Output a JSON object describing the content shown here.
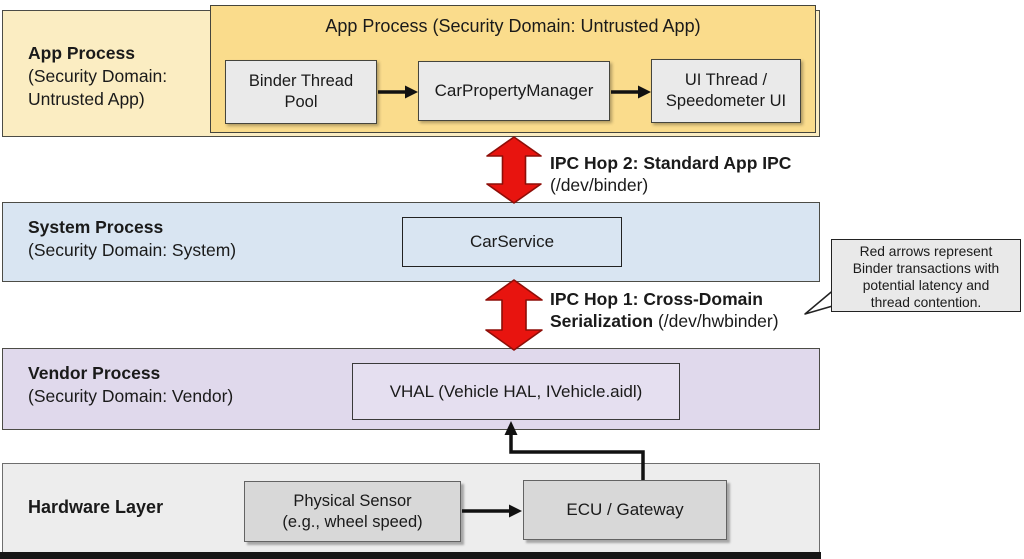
{
  "colors": {
    "app_band_bg": "#FBEDC2",
    "app_inner_bg": "#FADC8C",
    "system_band_bg": "#D9E5F2",
    "vendor_band_bg": "#E0D9EC",
    "vendor_box_bg": "#E5DFF0",
    "hardware_band_bg": "#EDEDED",
    "hardware_box_bg": "#D8D8D8",
    "app_box_bg": "#EAEAEA",
    "callout_bg": "#E9E9E9",
    "red_arrow_fill": "#E8140F",
    "red_arrow_stroke": "#8E0E08",
    "text_color": "#1A1A1A"
  },
  "app_layer": {
    "side_label_line1": "App Process",
    "side_label_line2": "(Security Domain:",
    "side_label_line3": "Untrusted App)",
    "container_title": "App Process (Security Domain: Untrusted App)",
    "binder_box_line1": "Binder Thread",
    "binder_box_line2": "Pool",
    "cpm_box": "CarPropertyManager",
    "ui_box_line1": "UI Thread /",
    "ui_box_line2": "Speedometer UI"
  },
  "ipc_hop2": {
    "title": "IPC Hop 2: Standard App IPC",
    "subtitle": "(/dev/binder)"
  },
  "system_layer": {
    "side_label_line1": "System Process",
    "side_label_line2": "(Security Domain: System)",
    "box": "CarService"
  },
  "ipc_hop1": {
    "title_line1": "IPC Hop 1: Cross-Domain",
    "title_line2_bold": "Serialization",
    "title_line2_rest": " (/dev/hwbinder)"
  },
  "vendor_layer": {
    "side_label_line1": "Vendor Process",
    "side_label_line2": "(Security Domain: Vendor)",
    "box": "VHAL (Vehicle HAL, IVehicle.aidl)"
  },
  "hardware_layer": {
    "side_label": "Hardware Layer",
    "sensor_box_line1": "Physical Sensor",
    "sensor_box_line2": "(e.g., wheel speed)",
    "ecu_box": "ECU / Gateway"
  },
  "callout": {
    "line1": "Red arrows represent",
    "line2": "Binder transactions with",
    "line3": "potential latency and",
    "line4": "thread contention."
  }
}
